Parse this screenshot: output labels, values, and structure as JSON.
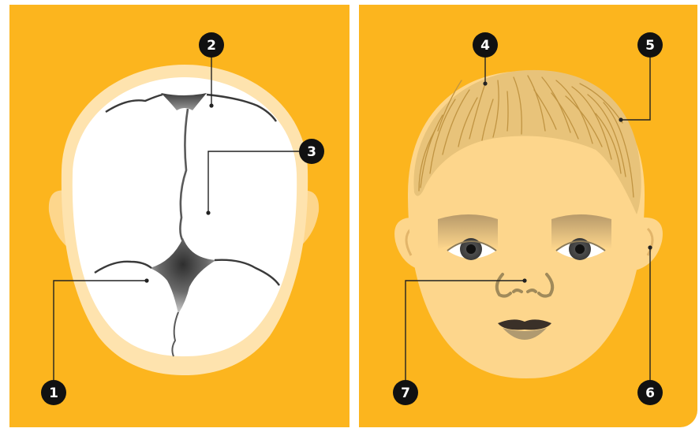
{
  "colors": {
    "background": "#fcb51e",
    "skin": "#fdd68c",
    "skin_light": "#fee3ae",
    "hair": "#c9a04a",
    "skull": "#ffffff",
    "suture": "#3a3a3a",
    "badge": "#111111",
    "leader": "#222222"
  },
  "left_panel": {
    "markers": [
      {
        "label": "1"
      },
      {
        "label": "2"
      },
      {
        "label": "3"
      }
    ]
  },
  "right_panel": {
    "markers": [
      {
        "label": "4"
      },
      {
        "label": "5"
      },
      {
        "label": "6"
      },
      {
        "label": "7"
      }
    ]
  }
}
